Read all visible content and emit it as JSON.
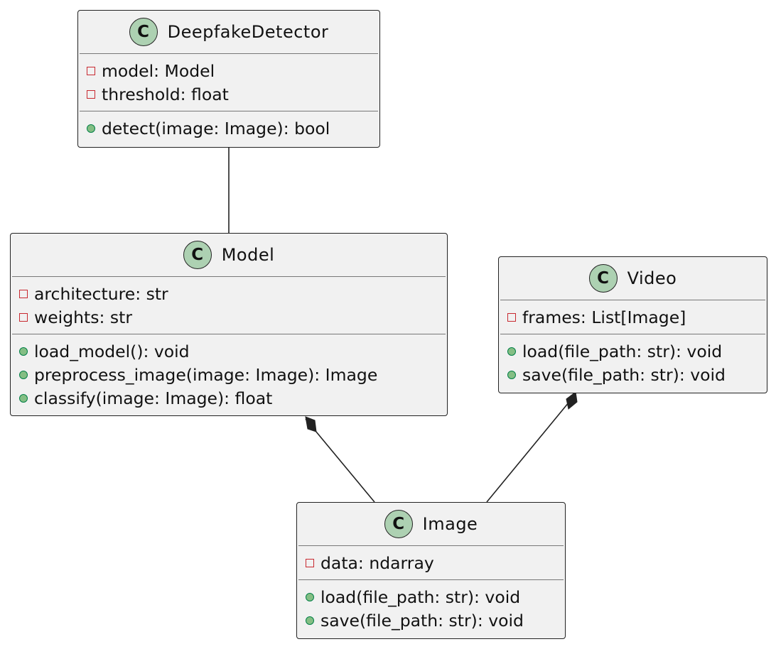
{
  "classes": {
    "deepfake_detector": {
      "badge": "C",
      "name": "DeepfakeDetector",
      "attributes": [
        "model: Model",
        "threshold: float"
      ],
      "methods": [
        "detect(image: Image): bool"
      ]
    },
    "model": {
      "badge": "C",
      "name": "Model",
      "attributes": [
        "architecture: str",
        "weights: str"
      ],
      "methods": [
        "load_model(): void",
        "preprocess_image(image: Image): Image",
        "classify(image: Image): float"
      ]
    },
    "video": {
      "badge": "C",
      "name": "Video",
      "attributes": [
        "frames: List[Image]"
      ],
      "methods": [
        "load(file_path: str): void",
        "save(file_path: str): void"
      ]
    },
    "image": {
      "badge": "C",
      "name": "Image",
      "attributes": [
        "data: ndarray"
      ],
      "methods": [
        "load(file_path: str): void",
        "save(file_path: str): void"
      ]
    }
  },
  "relations": [
    {
      "from": "DeepfakeDetector",
      "to": "Model",
      "type": "association"
    },
    {
      "from": "Model",
      "to": "Image",
      "type": "composition"
    },
    {
      "from": "Video",
      "to": "Image",
      "type": "composition"
    }
  ],
  "colors": {
    "class_fill": "#f1f1f1",
    "badge_fill": "#add1b2",
    "private_marker": "#c82930",
    "public_marker_fill": "#84be84",
    "public_marker_border": "#038048",
    "line": "#222222"
  }
}
